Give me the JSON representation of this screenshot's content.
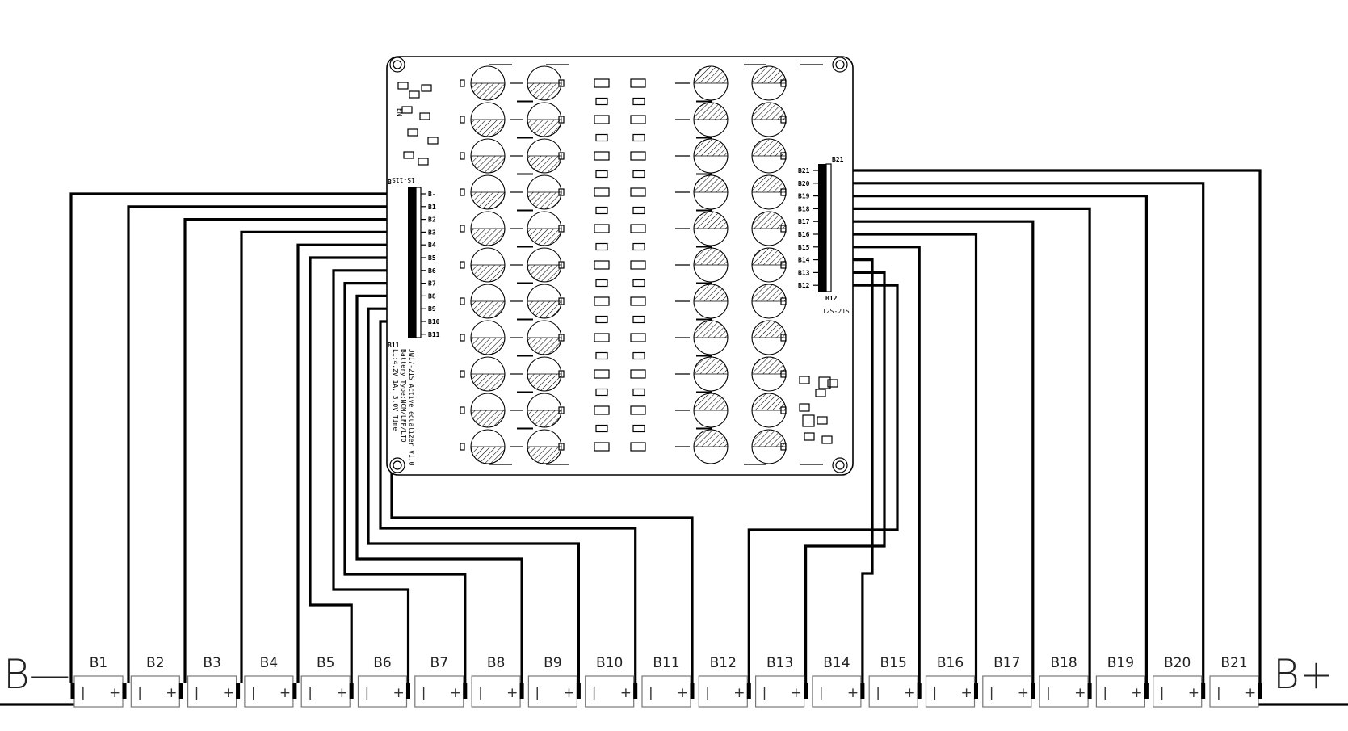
{
  "terminals": {
    "negative": "B—",
    "positive": "B+"
  },
  "cells": [
    "B1",
    "B2",
    "B3",
    "B4",
    "B5",
    "B6",
    "B7",
    "B8",
    "B9",
    "B10",
    "B11",
    "B12",
    "B13",
    "B14",
    "B15",
    "B16",
    "B17",
    "B18",
    "B19",
    "B20",
    "B21"
  ],
  "cell_signs": {
    "minus": "|",
    "plus": "+"
  },
  "board": {
    "left_connector": {
      "header": "B-",
      "pins": [
        "B-",
        "B1",
        "B2",
        "B3",
        "B4",
        "B5",
        "B6",
        "B7",
        "B8",
        "B9",
        "B10",
        "B11"
      ],
      "footer": "B11",
      "range_label": "1S-11S"
    },
    "right_connector": {
      "header": "B21",
      "pins": [
        "B21",
        "B20",
        "B19",
        "B18",
        "B17",
        "B16",
        "B15",
        "B14",
        "B13",
        "B12"
      ],
      "footer": "B12",
      "range_label": "12S-21S"
    },
    "silkscreen_lines": [
      "JW17-21S Active equalizer V1.0",
      "Battery Type:NCM/LFP/LTO",
      "Li:4.2V 1A, 3.0V Time"
    ],
    "en_label": "EN"
  }
}
